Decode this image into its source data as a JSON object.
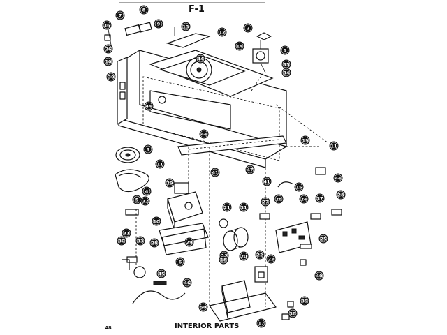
{
  "figure": {
    "header_label": "F-1",
    "title": "INTERIOR PARTS",
    "page_number": "48"
  },
  "callouts": [
    {
      "n": "7"
    },
    {
      "n": "8"
    },
    {
      "n": "9"
    },
    {
      "n": "36"
    },
    {
      "n": "26"
    },
    {
      "n": "13"
    },
    {
      "n": "12"
    },
    {
      "n": "2"
    },
    {
      "n": "1"
    },
    {
      "n": "14"
    },
    {
      "n": "10"
    },
    {
      "n": "44"
    },
    {
      "n": "35"
    },
    {
      "n": "34"
    },
    {
      "n": "30"
    },
    {
      "n": "44"
    },
    {
      "n": "44"
    },
    {
      "n": "19"
    },
    {
      "n": "11"
    },
    {
      "n": "3"
    },
    {
      "n": "11"
    },
    {
      "n": "5"
    },
    {
      "n": "4"
    },
    {
      "n": "32"
    },
    {
      "n": "29"
    },
    {
      "n": "41"
    },
    {
      "n": "47"
    },
    {
      "n": "41"
    },
    {
      "n": "15"
    },
    {
      "n": "44"
    },
    {
      "n": "28"
    },
    {
      "n": "10"
    },
    {
      "n": "31"
    },
    {
      "n": "27"
    },
    {
      "n": "28"
    },
    {
      "n": "24"
    },
    {
      "n": "37"
    },
    {
      "n": "21"
    },
    {
      "n": "31"
    },
    {
      "n": "30"
    },
    {
      "n": "33"
    },
    {
      "n": "16"
    },
    {
      "n": "18"
    },
    {
      "n": "20"
    },
    {
      "n": "29"
    },
    {
      "n": "6"
    },
    {
      "n": "22"
    },
    {
      "n": "23"
    },
    {
      "n": "25"
    },
    {
      "n": "40"
    },
    {
      "n": "45"
    },
    {
      "n": "46"
    },
    {
      "n": "39"
    },
    {
      "n": "38"
    },
    {
      "n": "50"
    },
    {
      "n": "17"
    },
    {
      "n": "28"
    }
  ]
}
